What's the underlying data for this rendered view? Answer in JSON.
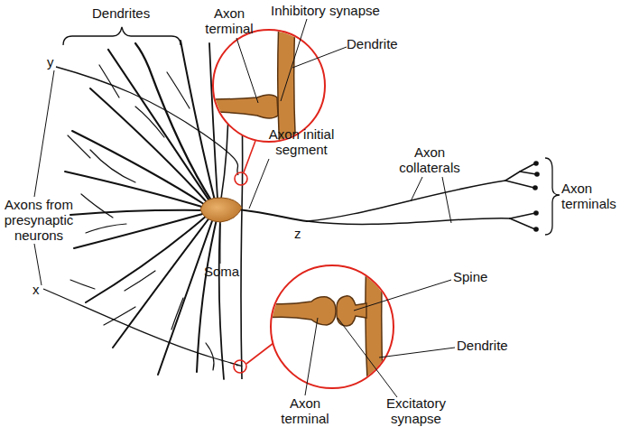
{
  "diagram": {
    "labels": [
      "Dendrites",
      "Axon terminal",
      "Inhibitory synapse",
      "Dendrite",
      "y",
      "Axon initial segment",
      "Axons from presynaptic neurons",
      "Soma",
      "z",
      "Axon collaterals",
      "Axon terminals",
      "x",
      "Spine",
      "Axon terminal",
      "Dendrite",
      "Excitatory synapse"
    ]
  }
}
